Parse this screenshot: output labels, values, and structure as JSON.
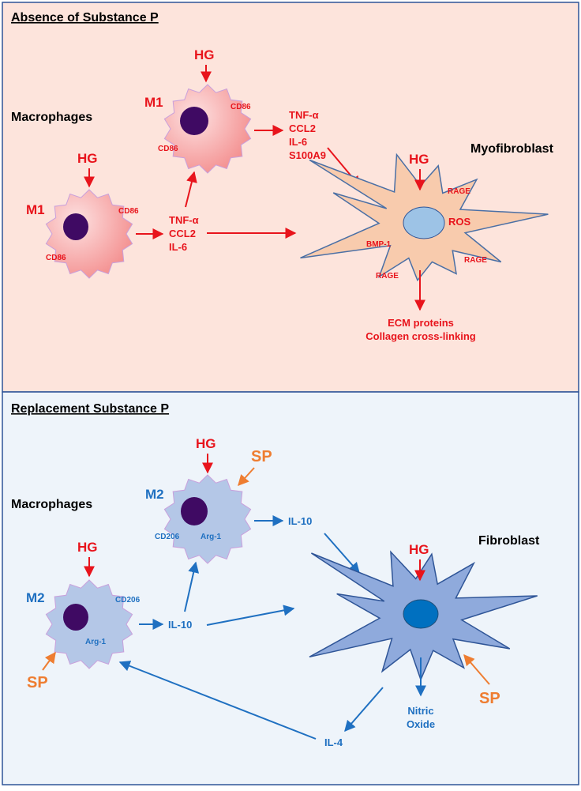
{
  "colors": {
    "red": "#e8141c",
    "blue": "#1f70c1",
    "orange": "#ee7d31",
    "panel_top_bg": "#fde4dc",
    "panel_bottom_bg": "#eef4fa",
    "border": "#2f5597",
    "m1_cell_fill": "#f7a6a6",
    "m2_cell_fill": "#b4c7e7",
    "nucleus": "#3f0a63",
    "myofibroblast_fill": "#f8cbad",
    "myofibroblast_nucleus": "#9dc3e6",
    "fibroblast_fill": "#8faadc",
    "fibroblast_nucleus": "#0070c0"
  },
  "top_panel": {
    "title": "Absence of Substance P",
    "macrophages_label": "Macrophages",
    "cell1": {
      "type_label": "M1",
      "hg": "HG",
      "marker_a": "CD86",
      "marker_b": "CD86"
    },
    "cell2": {
      "type_label": "M1",
      "hg": "HG",
      "marker_a": "CD86",
      "marker_b": "CD86"
    },
    "cytokines_low": [
      "TNF-α",
      "CCL2",
      "IL-6"
    ],
    "cytokines_high": [
      "TNF-α",
      "CCL2",
      "IL-6",
      "S100A9"
    ],
    "myofibroblast": {
      "label": "Myofibroblast",
      "hg": "HG",
      "rage_1": "RAGE",
      "rage_2": "RAGE",
      "rage_3": "RAGE",
      "ros": "ROS",
      "bmp": "BMP-1"
    },
    "outputs": [
      "ECM proteins",
      "Collagen cross-linking"
    ]
  },
  "bottom_panel": {
    "title": "Replacement Substance P",
    "macrophages_label": "Macrophages",
    "cell1": {
      "type_label": "M2",
      "hg": "HG",
      "sp": "SP",
      "marker_a": "CD206",
      "marker_b": "Arg-1"
    },
    "cell2": {
      "type_label": "M2",
      "hg": "HG",
      "sp": "SP",
      "marker_a": "CD206",
      "marker_b": "Arg-1"
    },
    "il10_low": "IL-10",
    "il10_high": "IL-10",
    "fibroblast": {
      "label": "Fibroblast",
      "hg": "HG",
      "sp": "SP"
    },
    "nitric_oxide": [
      "Nitric",
      "Oxide"
    ],
    "il4": "IL-4"
  }
}
